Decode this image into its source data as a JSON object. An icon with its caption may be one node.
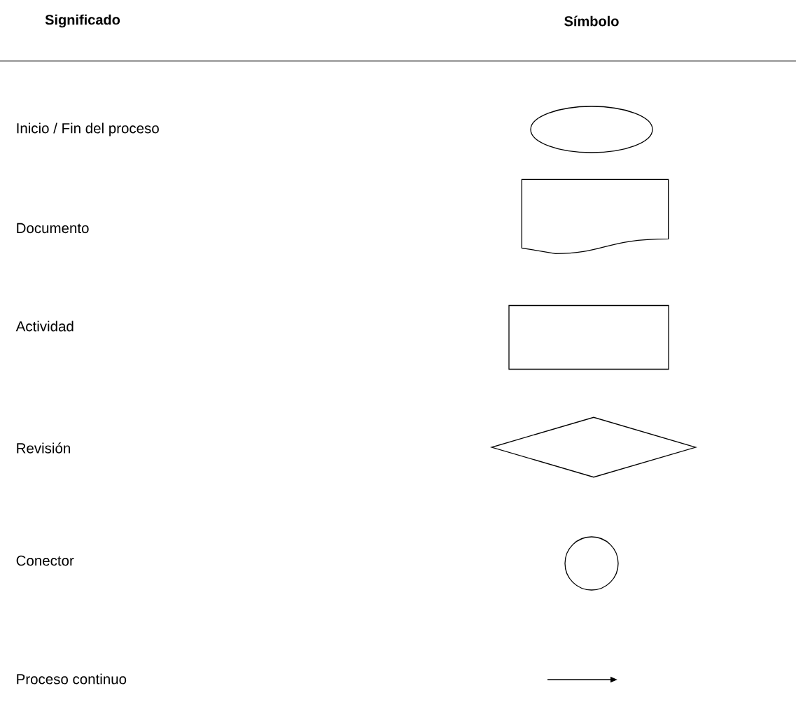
{
  "diagram": {
    "nodes": [
      {
        "text": [],
        "shape": "ellipse"
      },
      {
        "text": [],
        "shape": "document"
      },
      {
        "text": [],
        "shape": "box"
      },
      {
        "text": [],
        "shape": "diamond"
      },
      {
        "text": [],
        "shape": "circle"
      }
    ],
    "labels": [
      "Significado",
      "Símbolo",
      "Inicio / Fin del proceso",
      "Documento",
      "Actividad",
      "Revisión",
      "Conector",
      "Proceso continuo"
    ]
  }
}
